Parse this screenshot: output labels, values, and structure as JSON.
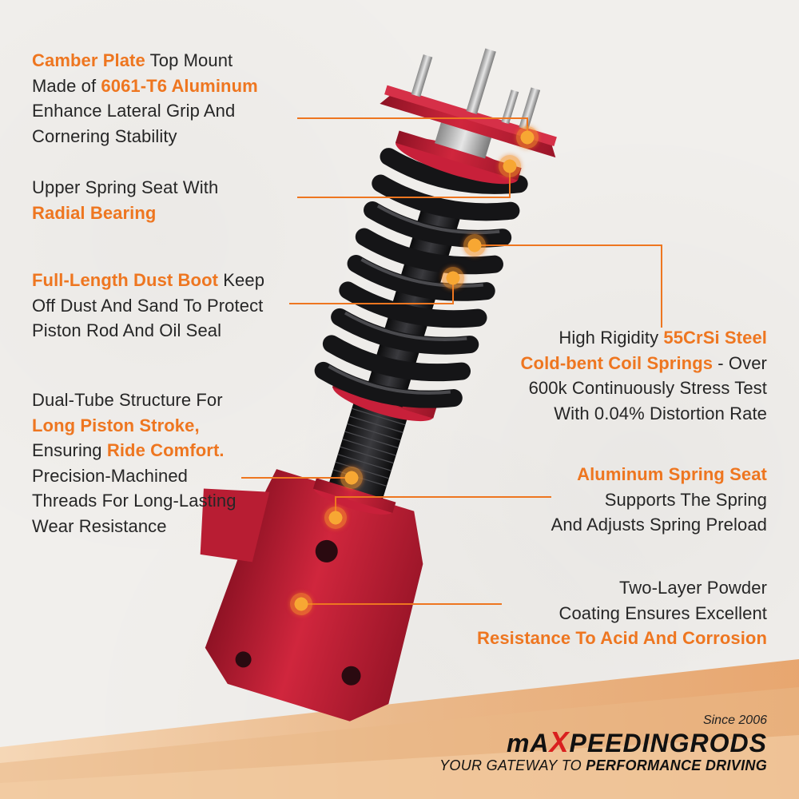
{
  "labels": [
    {
      "id": "camber-plate",
      "lines": [
        [
          {
            "t": "Camber Plate",
            "h": true
          },
          {
            "t": " Top Mount",
            "h": false
          }
        ],
        [
          {
            "t": "Made of ",
            "h": false
          },
          {
            "t": "6061-T6 Aluminum",
            "h": true
          }
        ],
        [
          {
            "t": "Enhance Lateral Grip And",
            "h": false
          }
        ],
        [
          {
            "t": "Cornering Stability",
            "h": false
          }
        ]
      ]
    },
    {
      "id": "upper-spring-seat",
      "lines": [
        [
          {
            "t": "Upper Spring Seat With",
            "h": false
          }
        ],
        [
          {
            "t": "Radial Bearing",
            "h": true
          }
        ]
      ]
    },
    {
      "id": "dust-boot",
      "lines": [
        [
          {
            "t": "Full-Length Dust Boot",
            "h": true
          },
          {
            "t": " Keep",
            "h": false
          }
        ],
        [
          {
            "t": "Off Dust And Sand To Protect",
            "h": false
          }
        ],
        [
          {
            "t": "Piston Rod And Oil Seal",
            "h": false
          }
        ]
      ]
    },
    {
      "id": "dual-tube",
      "lines": [
        [
          {
            "t": "Dual-Tube Structure For",
            "h": false
          }
        ],
        [
          {
            "t": "Long Piston Stroke,",
            "h": true
          }
        ],
        [
          {
            "t": "Ensuring ",
            "h": false
          },
          {
            "t": "Ride Comfort.",
            "h": true
          }
        ],
        [
          {
            "t": "Precision-Machined",
            "h": false
          }
        ],
        [
          {
            "t": "Threads For Long-Lasting",
            "h": false
          }
        ],
        [
          {
            "t": "Wear Resistance",
            "h": false
          }
        ]
      ]
    },
    {
      "id": "coil-springs",
      "lines": [
        [
          {
            "t": "High Rigidity ",
            "h": false
          },
          {
            "t": "55CrSi Steel",
            "h": true
          }
        ],
        [
          {
            "t": "Cold-bent Coil Springs",
            "h": true
          },
          {
            "t": " - Over",
            "h": false
          }
        ],
        [
          {
            "t": "600k Continuously Stress Test",
            "h": false
          }
        ],
        [
          {
            "t": "With 0.04% Distortion Rate",
            "h": false
          }
        ]
      ]
    },
    {
      "id": "aluminum-spring-seat",
      "lines": [
        [
          {
            "t": "Aluminum Spring Seat",
            "h": true
          }
        ],
        [
          {
            "t": "Supports The Spring",
            "h": false
          }
        ],
        [
          {
            "t": "And Adjusts Spring Preload",
            "h": false
          }
        ]
      ]
    },
    {
      "id": "powder-coating",
      "lines": [
        [
          {
            "t": "Two-Layer Powder",
            "h": false
          }
        ],
        [
          {
            "t": "Coating Ensures Excellent",
            "h": false
          }
        ],
        [
          {
            "t": "Resistance To Acid And Corrosion",
            "h": true
          }
        ]
      ]
    }
  ],
  "brand": {
    "since": "Since 2006",
    "logo_pre": "mA",
    "logo_x": "X",
    "logo_post": "PEEDINGRODS",
    "tag_pre": "YOUR GATEWAY TO ",
    "tag_bold": "PERFORMANCE DRIVING"
  },
  "colors": {
    "accent": "#ee7620",
    "body_red": "#c8203a",
    "coil_black": "#1c1c1e",
    "background": "#f1efec",
    "floor_orange": "#e9a463"
  },
  "icons": [
    "hotspot-marker-icon"
  ]
}
